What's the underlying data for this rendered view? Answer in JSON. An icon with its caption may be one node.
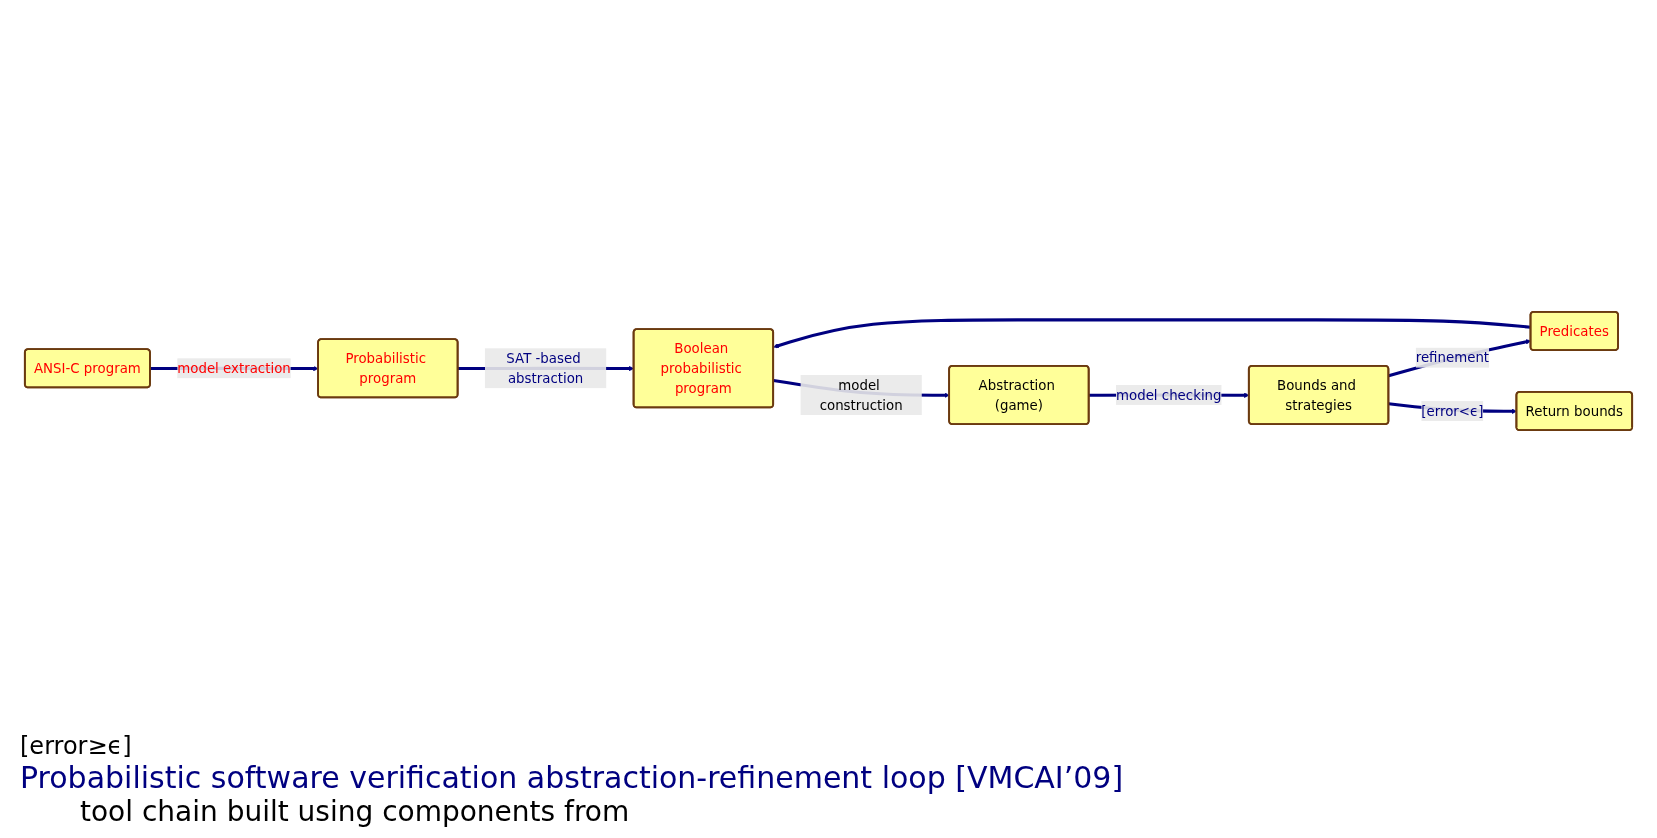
{
  "diagram": {
    "nodes": [
      {
        "text": [
          "Probabilistic program"
        ]
      },
      {
        "text": [
          "Boolean probabilistic program"
        ]
      },
      {
        "text": [
          "Abstraction (game)"
        ]
      },
      {
        "text": [
          "ANSI-C program"
        ]
      },
      {
        "text": [
          "Predicates"
        ]
      },
      {
        "text": [
          "Bounds and strategies"
        ]
      },
      {
        "text": [
          "Return bounds"
        ]
      }
    ],
    "edges": [
      {
        "from": 3,
        "to": 0,
        "arrow": "to",
        "label": "model extraction"
      },
      {
        "from": 0,
        "to": 1,
        "arrow": "to",
        "label": "SAT -based abstraction"
      },
      {
        "from": 1,
        "to": 2,
        "arrow": "to",
        "label": "model construction"
      },
      {
        "from": 2,
        "to": 5,
        "arrow": "to",
        "label": "model checking"
      },
      {
        "from": 5,
        "to": 4,
        "arrow": "to",
        "label": "refinement"
      },
      {
        "from": 4,
        "to": 1,
        "arrow": "to"
      },
      {
        "from": 5,
        "to": 6,
        "arrow": "to",
        "label": "[error<ϵ]"
      }
    ],
    "labels": [
      "[error≥ϵ]",
      "Probabilistic software verification abstraction-refinement loop [VMCAI’09]",
      "tool chain built using components from"
    ]
  }
}
